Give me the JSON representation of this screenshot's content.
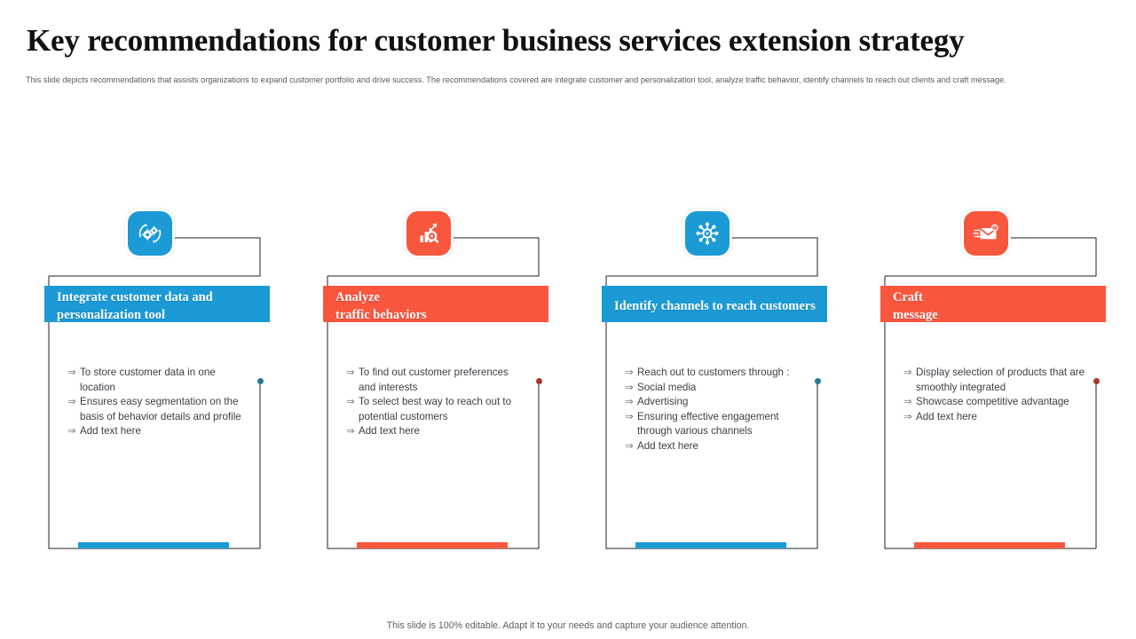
{
  "slide": {
    "title": "Key recommendations for customer business services extension strategy",
    "subtitle": "This slide depicts recommendations that assists organizations to expand customer portfolio and drive success. The recommendations covered are integrate customer and personalization tool,  analyze traffic behavior, identify channels to reach out clients and craft message.",
    "footer": "This slide is 100% editable. Adapt it to your  needs and capture your audience attention."
  },
  "colors": {
    "blue": "#1b9ad6",
    "red": "#f9563e",
    "dot_blue": "#1f7c92",
    "dot_red": "#a33b2b",
    "line": "#231f20",
    "title": "#111111",
    "body_text": "#3a3f44"
  },
  "bullet_glyph": "⇒",
  "columns": [
    {
      "id": "integrate-customer-data",
      "accent": "blue",
      "icon": "gears-refresh-icon",
      "heading": "Integrate  customer data and personalization tool",
      "bullets": [
        "To store customer data in one location",
        "Ensures easy segmentation on the basis of behavior details and profile",
        "Add text here"
      ]
    },
    {
      "id": "analyze-traffic-behaviors",
      "accent": "red",
      "icon": "bar-chart-search-icon",
      "heading": "Analyze\ntraffic behaviors",
      "bullets": [
        "To find out customer preferences and interests",
        "To select best way to reach out to potential customers",
        "Add text here"
      ]
    },
    {
      "id": "identify-channels",
      "accent": "blue",
      "icon": "network-hub-icon",
      "heading": "Identify channels to reach customers",
      "bullets": [
        "Reach out to customers through :",
        "Social media",
        "Advertising",
        "Ensuring effective engagement through various channels",
        "Add text here"
      ]
    },
    {
      "id": "craft-message",
      "accent": "red",
      "icon": "envelope-mail-icon",
      "heading": "Craft\n message",
      "bullets": [
        "Display selection of products that are smoothly integrated",
        "Showcase competitive advantage",
        "Add text here"
      ]
    }
  ]
}
